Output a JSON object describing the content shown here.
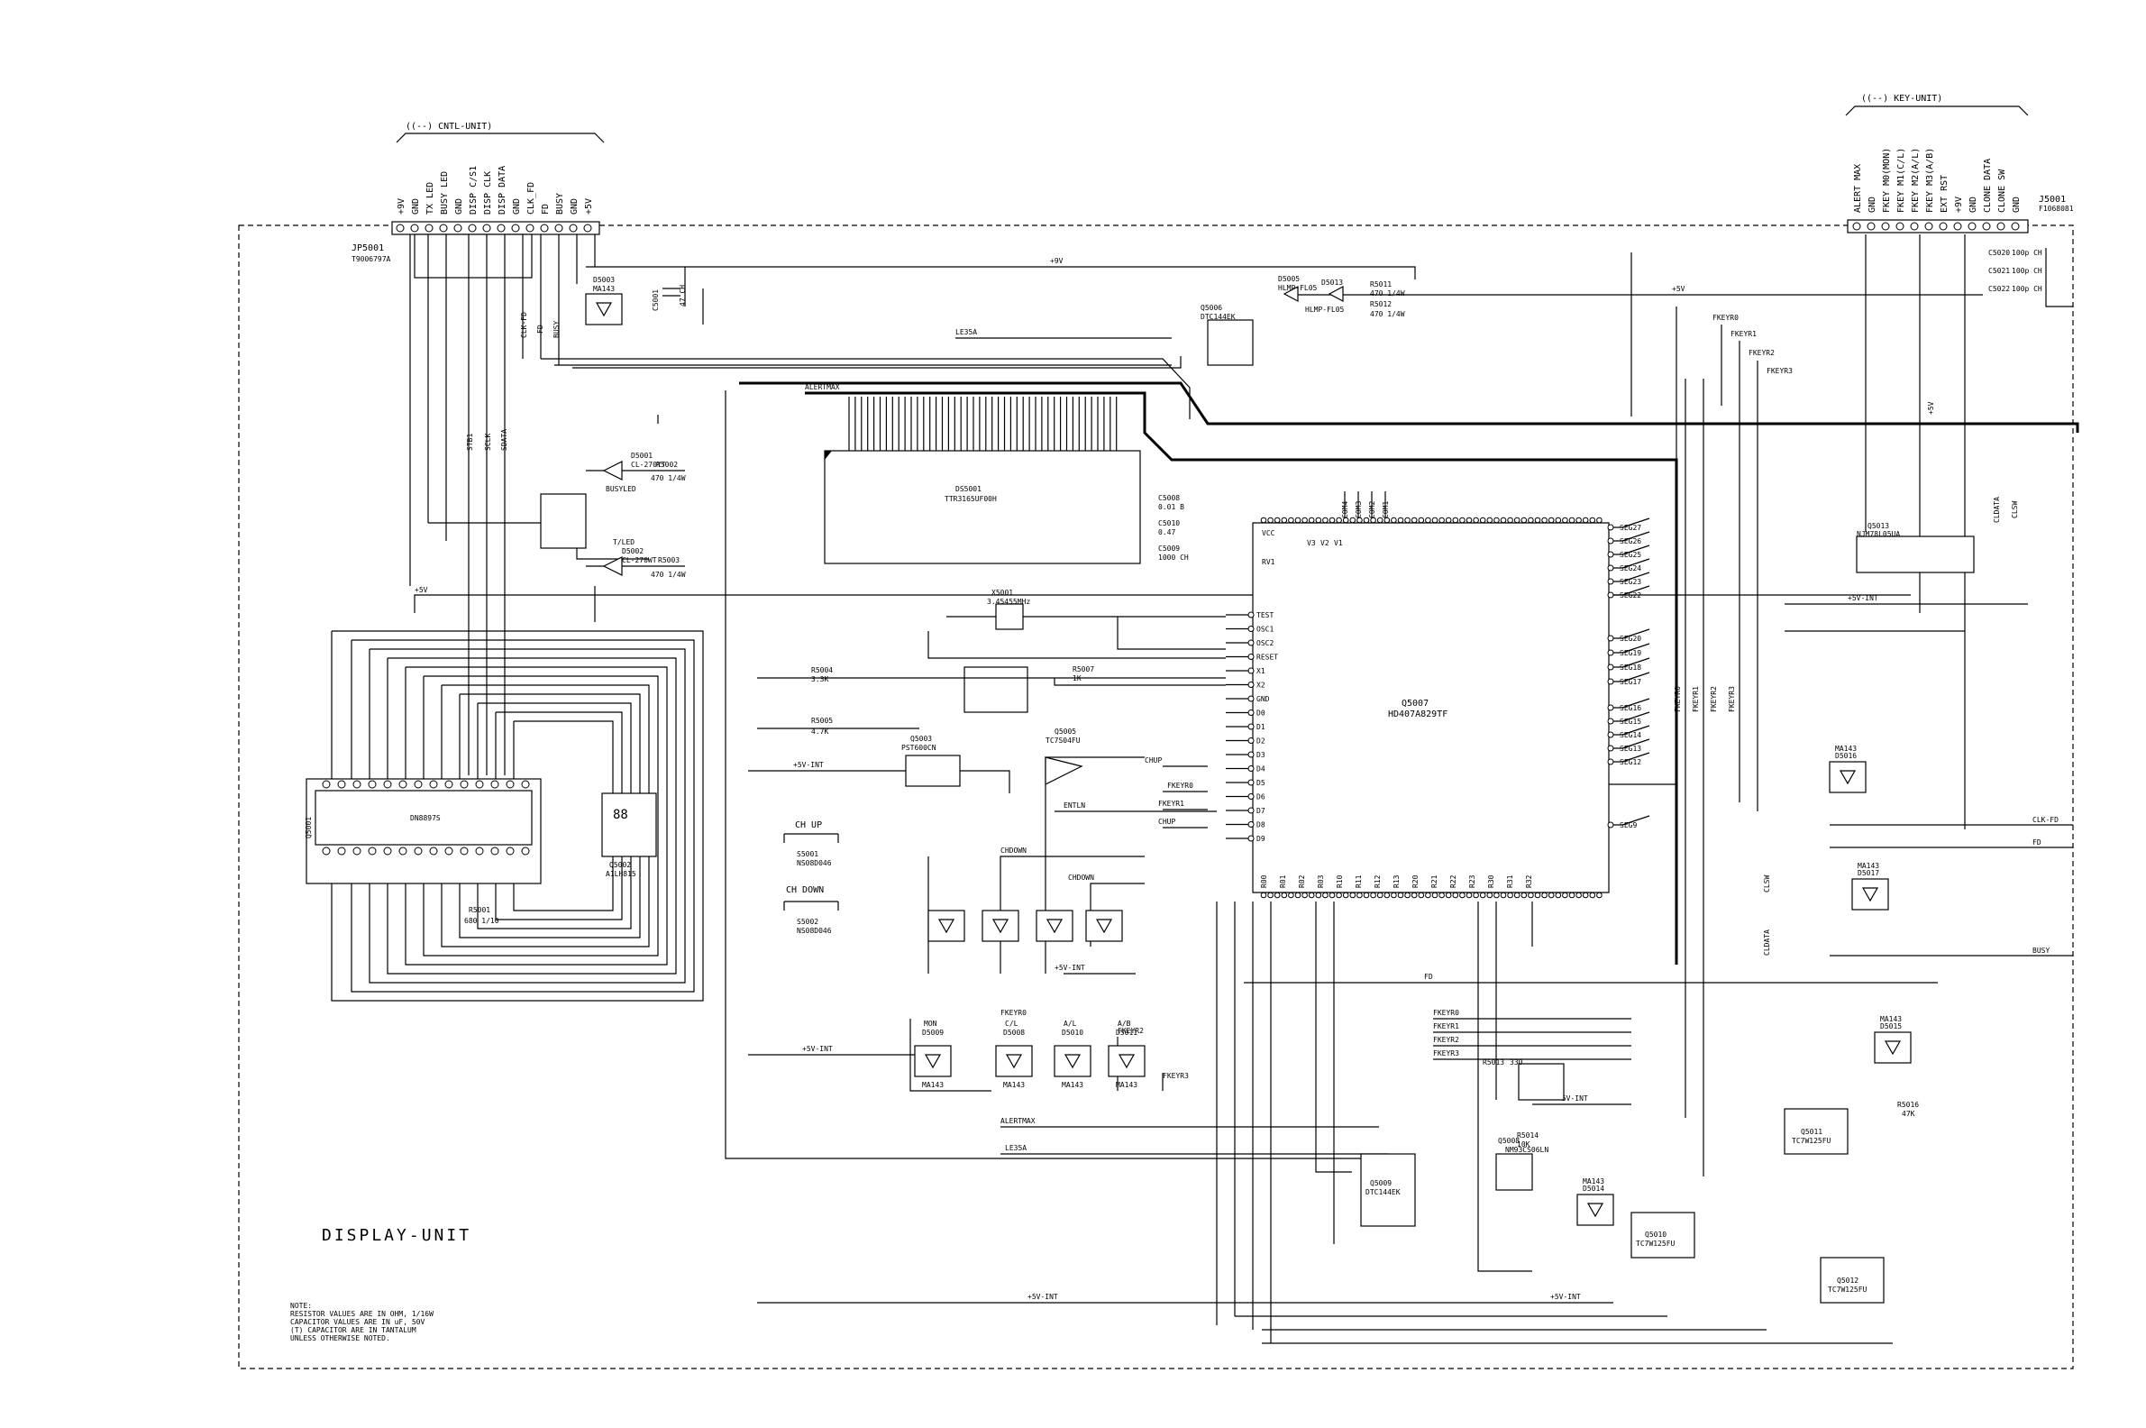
{
  "diagram": {
    "unit_title": "DISPLAY-UNIT",
    "connectors": {
      "cntl": {
        "group_label": "((--) CNTL-UNIT)",
        "ref": "JP5001",
        "part": "T9006797A",
        "pins": [
          "+9V",
          "GND",
          "TX LED",
          "BUSY LED",
          "GND",
          "DISP C/S1",
          "DISP CLK",
          "DISP DATA",
          "GND",
          "CLK_FD",
          "FD",
          "BUSY",
          "GND",
          "+5V"
        ]
      },
      "key": {
        "group_label": "((--) KEY-UNIT)",
        "ref": "J5001",
        "part": "F1068081",
        "pins": [
          "ALERT MAX",
          "GND",
          "FKEY M0(MON)",
          "FKEY M1(C/L)",
          "FKEY M2(A/L)",
          "FKEY M3(A/B)",
          "EXT RST",
          "+9V",
          "GND",
          "CLONE DATA",
          "CLONE SW",
          "GND"
        ]
      }
    },
    "ics": [
      {
        "ref": "Q5007",
        "part": "HD407A829TF"
      },
      {
        "ref": "Q5001",
        "part": "DN8897S"
      },
      {
        "ref": "Q5002",
        "part": "A1LH815"
      },
      {
        "ref": "DS5001",
        "part": "TTR3165UF00H"
      },
      {
        "ref": "Q5003",
        "part": "PST600CN"
      },
      {
        "ref": "Q5005",
        "part": "TC7S04FU"
      },
      {
        "ref": "Q5006",
        "part": "DTC144EK"
      },
      {
        "ref": "Q5008",
        "part": "NM93CS06LN"
      },
      {
        "ref": "Q5009",
        "part": "DTC144EK"
      },
      {
        "ref": "Q5010",
        "part": "TC7W125FU"
      },
      {
        "ref": "Q5011",
        "part": "TC7W125FU"
      },
      {
        "ref": "Q5012",
        "part": "TC7W125FU"
      },
      {
        "ref": "Q5013",
        "part": "NJM78L05UA"
      }
    ],
    "mcu_pins_right": [
      "SEG27",
      "SEG26",
      "SEG25",
      "SEG24",
      "SEG23",
      "SEG22",
      "SEG20",
      "SEG19",
      "SEG18",
      "SEG17",
      "SEG16",
      "SEG15",
      "SEG14",
      "SEG13",
      "SEG12",
      "SEG9"
    ],
    "mcu_pins_left": [
      "TEST",
      "OSC1",
      "OSC2",
      "RESET",
      "X1",
      "X2",
      "GND",
      "D0",
      "D1",
      "D2",
      "D3",
      "D4",
      "D5",
      "D6",
      "D7",
      "D8",
      "D9"
    ],
    "mcu_pins_top": [
      "COM4",
      "COM3",
      "COM2",
      "COM1"
    ],
    "mcu_pins_bottom": [
      "R00",
      "R01",
      "R02",
      "R03",
      "R10",
      "R11",
      "R12",
      "R13",
      "R20",
      "R21",
      "R22",
      "R23",
      "R30",
      "R31",
      "R32"
    ],
    "mcu_misc": [
      "VCC",
      "V3",
      "V2",
      "V1",
      "RV1"
    ],
    "net_labels": [
      "+9V",
      "+5V",
      "+5V-INT",
      "LE35A",
      "ALERTMAX",
      "ALERTMAX",
      "LE35A",
      "FKEYR0",
      "FKEYR1",
      "FKEYR2",
      "FKEYR3",
      "CHUP",
      "CHDOWN",
      "CHUP",
      "CHDOWN",
      "ENTLN",
      "CLK-FD",
      "FD",
      "BUSY",
      "CLDATA",
      "CLSW",
      "STB1",
      "SCLK",
      "SDATA",
      "CLK-FD",
      "FD",
      "BUSY"
    ],
    "switches": [
      {
        "label": "CH UP",
        "ref": "S5001",
        "part": "NS08D046"
      },
      {
        "label": "CH DOWN",
        "ref": "S5002",
        "part": "NS08D046"
      }
    ],
    "leds": [
      {
        "ref": "D5001",
        "part": "CL-270YT",
        "name": "BUSYLED"
      },
      {
        "ref": "D5002",
        "part": "CL-270WT",
        "name": "T/LED"
      },
      {
        "ref": "D5005",
        "part": "HLMP-FL05",
        "name": ""
      },
      {
        "ref": "D5013",
        "part": "HLMP-FL05",
        "name": ""
      }
    ],
    "diodes": [
      {
        "ref": "D5009",
        "part": "MA143",
        "name": "MON"
      },
      {
        "ref": "D5008",
        "part": "MA143",
        "name": "C/L"
      },
      {
        "ref": "D5010",
        "part": "MA143",
        "name": "A/L"
      },
      {
        "ref": "D5011",
        "part": "MA143",
        "name": "A/B"
      },
      {
        "ref": "D5003",
        "part": "MA143",
        "name": ""
      },
      {
        "ref": "D5016",
        "part": "MA143",
        "name": ""
      },
      {
        "ref": "D5017",
        "part": "MA143",
        "name": ""
      },
      {
        "ref": "D5015",
        "part": "MA143",
        "name": ""
      },
      {
        "ref": "D5014",
        "part": "MA143",
        "name": ""
      }
    ],
    "crystal": {
      "ref": "X5001",
      "value": "3.45455MHz"
    },
    "resistors": [
      {
        "ref": "R5012",
        "value": "470 1/4W"
      },
      {
        "ref": "R5011",
        "value": "470 1/4W"
      },
      {
        "ref": "R5002",
        "value": "470 1/4W"
      },
      {
        "ref": "R5003",
        "value": "470 1/4W"
      },
      {
        "ref": "R5004",
        "value": "3.3K"
      },
      {
        "ref": "R5005",
        "value": "4.7K"
      },
      {
        "ref": "R5007",
        "value": "1K"
      },
      {
        "ref": "R5001",
        "value": "680 1/10"
      },
      {
        "ref": "R5013",
        "value": "330"
      },
      {
        "ref": "R5014",
        "value": "10K"
      },
      {
        "ref": "R5016",
        "value": "47K"
      }
    ],
    "capacitors": [
      {
        "ref": "C5008",
        "value": "0.01 B"
      },
      {
        "ref": "C5010",
        "value": "0.47"
      },
      {
        "ref": "C5009",
        "value": "1000 CH"
      },
      {
        "ref": "C5001",
        "value": "47 CH"
      },
      {
        "ref": "C5020",
        "value": "100p CH"
      },
      {
        "ref": "C5021",
        "value": "100p CH"
      },
      {
        "ref": "C5022",
        "value": "100p CH"
      }
    ],
    "note_lines": [
      "NOTE:",
      "RESISTOR VALUES ARE IN OHM, 1/16W",
      "CAPACITOR VALUES ARE IN uF, 50V",
      "(T) CAPACITOR ARE IN TANTALUM",
      "UNLESS OTHERWISE NOTED."
    ]
  }
}
